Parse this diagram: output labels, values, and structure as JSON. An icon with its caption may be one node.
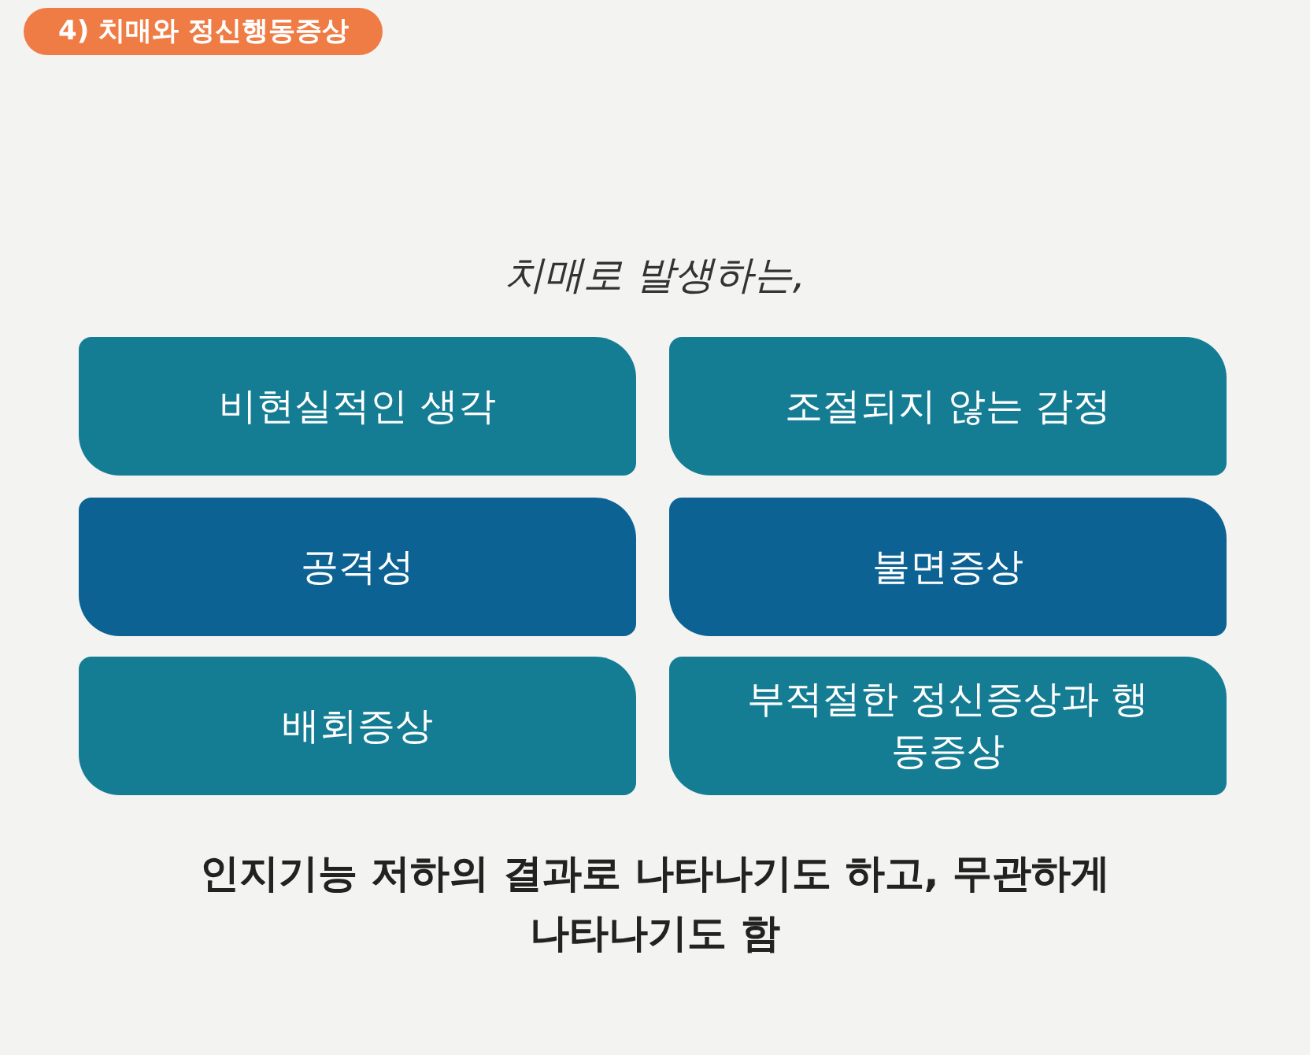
{
  "diagram": {
    "title": "4) 치매와 정신행동증상",
    "nodes": [
      {
        "text": [
          "비현실적인 생각"
        ]
      },
      {
        "text": [
          "조절되지 않는 감정"
        ]
      },
      {
        "text": [
          "공격성"
        ]
      },
      {
        "text": [
          "불면증상"
        ]
      },
      {
        "text": [
          "배회증상"
        ]
      },
      {
        "text": [
          "부적절한 정신증상과 행동증상"
        ]
      }
    ],
    "edges": [],
    "labels": [
      "치매로 발생하는,",
      "인지기능 저하의 결과로 나타나기도 하고, 무관하게 나타나기도 함"
    ]
  }
}
